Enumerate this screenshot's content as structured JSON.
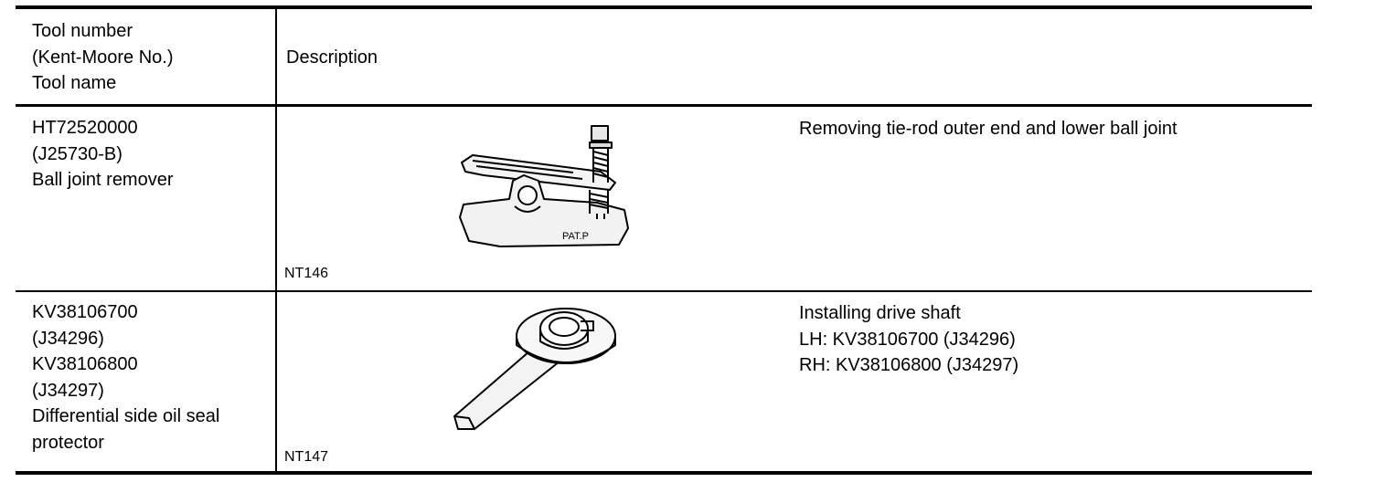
{
  "header": {
    "tool_column": "Tool number\n(Kent-Moore No.)\nTool name",
    "description_column": "Description"
  },
  "rows": [
    {
      "tool_info": "HT72520000\n(J25730-B)\nBall joint remover",
      "figure_code": "NT146",
      "figure_label": "PAT.P",
      "figure_icon": "ball-joint-remover-illustration",
      "description": "Removing tie-rod outer end and lower ball joint"
    },
    {
      "tool_info": "KV38106700\n(J34296)\nKV38106800\n(J34297)\nDifferential side oil seal\nprotector",
      "figure_code": "NT147",
      "figure_icon": "oil-seal-protector-illustration",
      "description": "Installing drive shaft\nLH: KV38106700 (J34296)\nRH: KV38106800 (J34297)"
    }
  ]
}
